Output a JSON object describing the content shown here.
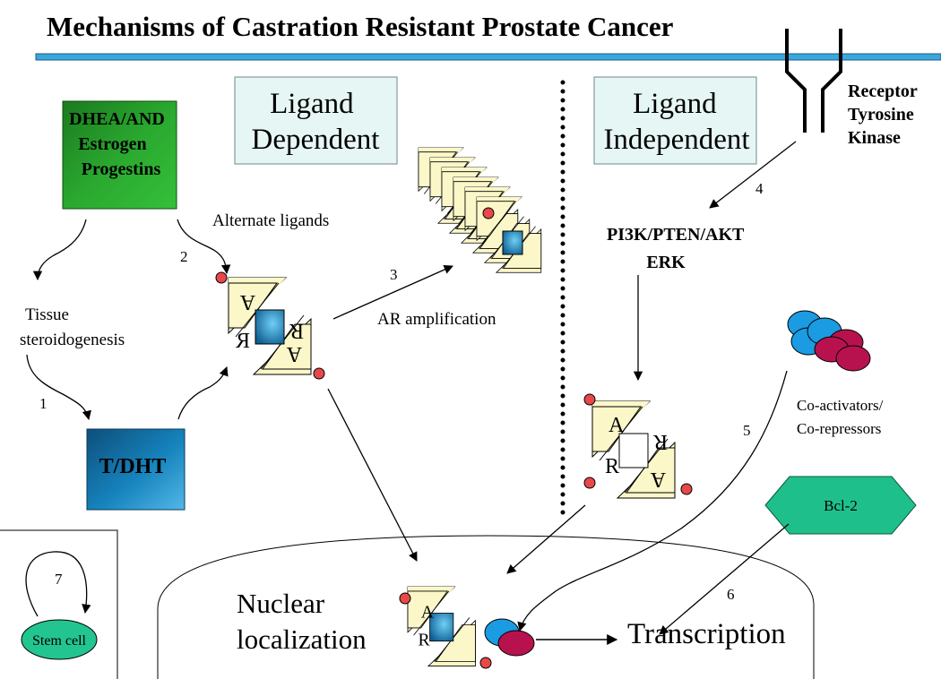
{
  "title": "Mechanisms of Castration Resistant Prostate Cancer",
  "headers": {
    "ligand_dependent": [
      "Ligand",
      "Dependent"
    ],
    "ligand_independent": [
      "Ligand",
      "Independent"
    ]
  },
  "boxes": {
    "precursors": [
      "DHEA/AND",
      "Estrogen",
      "Progestins"
    ],
    "androgen": "T/DHT"
  },
  "labels": {
    "alternate_ligands": "Alternate ligands",
    "tissue_steroidogenesis": [
      "Tissue",
      "steroidogenesis"
    ],
    "ar_amplification": "AR amplification",
    "rtk": [
      "Receptor",
      "Tyrosine",
      "Kinase"
    ],
    "pathway": [
      "PI3K/PTEN/AKT",
      "ERK"
    ],
    "coregulators": [
      "Co-activators/",
      "Co-repressors"
    ],
    "bcl2": "Bcl-2",
    "nuclear_localization": [
      "Nuclear",
      "localization"
    ],
    "transcription": "Transcription",
    "stem_cell": "Stem cell",
    "ar_glyph": "A R"
  },
  "steps": [
    "1",
    "2",
    "3",
    "4",
    "5",
    "6",
    "7"
  ],
  "colors": {
    "blue_line": "#3aa6dc",
    "green_box": "#1f9b2c",
    "blue_box": "#1479b0",
    "receptor_fill": "#fbf7c8",
    "header_fill": "#e6f6f4",
    "coactivator_blue": "#1a9be2",
    "corepressor_red": "#b8124e",
    "bcl2_fill": "#1fbf8c",
    "stem_fill": "#22c58f",
    "ligand_dot": "#e8484a"
  }
}
